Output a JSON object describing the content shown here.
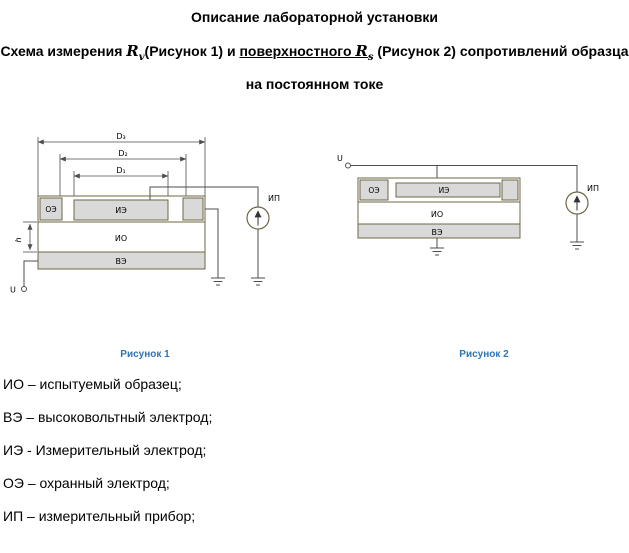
{
  "header": {
    "title": "Описание лабораторной установки",
    "subtitle_prefix": "Схема измерения ",
    "rv": "R",
    "rv_sub": "v",
    "subtitle_mid": "(Рисунок 1) и ",
    "underlined": "поверхностного ",
    "rs": "R",
    "rs_sub": "s",
    "subtitle_tail": " (Рисунок 2) сопротивлений образца",
    "subtitle_line2": "на постоянном токе"
  },
  "figure1": {
    "caption": "Рисунок 1",
    "dim_d3": "D₃",
    "dim_d2": "D₂",
    "dim_d1": "D₁",
    "dim_h": "h",
    "label_oe": "ОЭ",
    "label_ie": "ИЭ",
    "label_io": "ИО",
    "label_ve": "ВЭ",
    "label_ip": "ИП",
    "label_u": "U"
  },
  "figure2": {
    "caption": "Рисунок 2",
    "label_oe": "ОЭ",
    "label_ie": "ИЭ",
    "label_io": "ИО",
    "label_ve": "ВЭ",
    "label_ip": "ИП",
    "label_u": "U"
  },
  "legend": {
    "items": [
      "ИО – испытуемый образец;",
      "ВЭ – высоковольтный электрод;",
      "ИЭ - Измерительный электрод;",
      "ОЭ – охранный электрод;",
      "ИП – измерительный прибор;"
    ]
  },
  "colors": {
    "caption_blue": "#2e74b5",
    "diagram_outline": "#6f6747",
    "electrode_fill": "#d9d9d9",
    "wire_gray": "#4d4d4d",
    "background": "#ffffff"
  }
}
